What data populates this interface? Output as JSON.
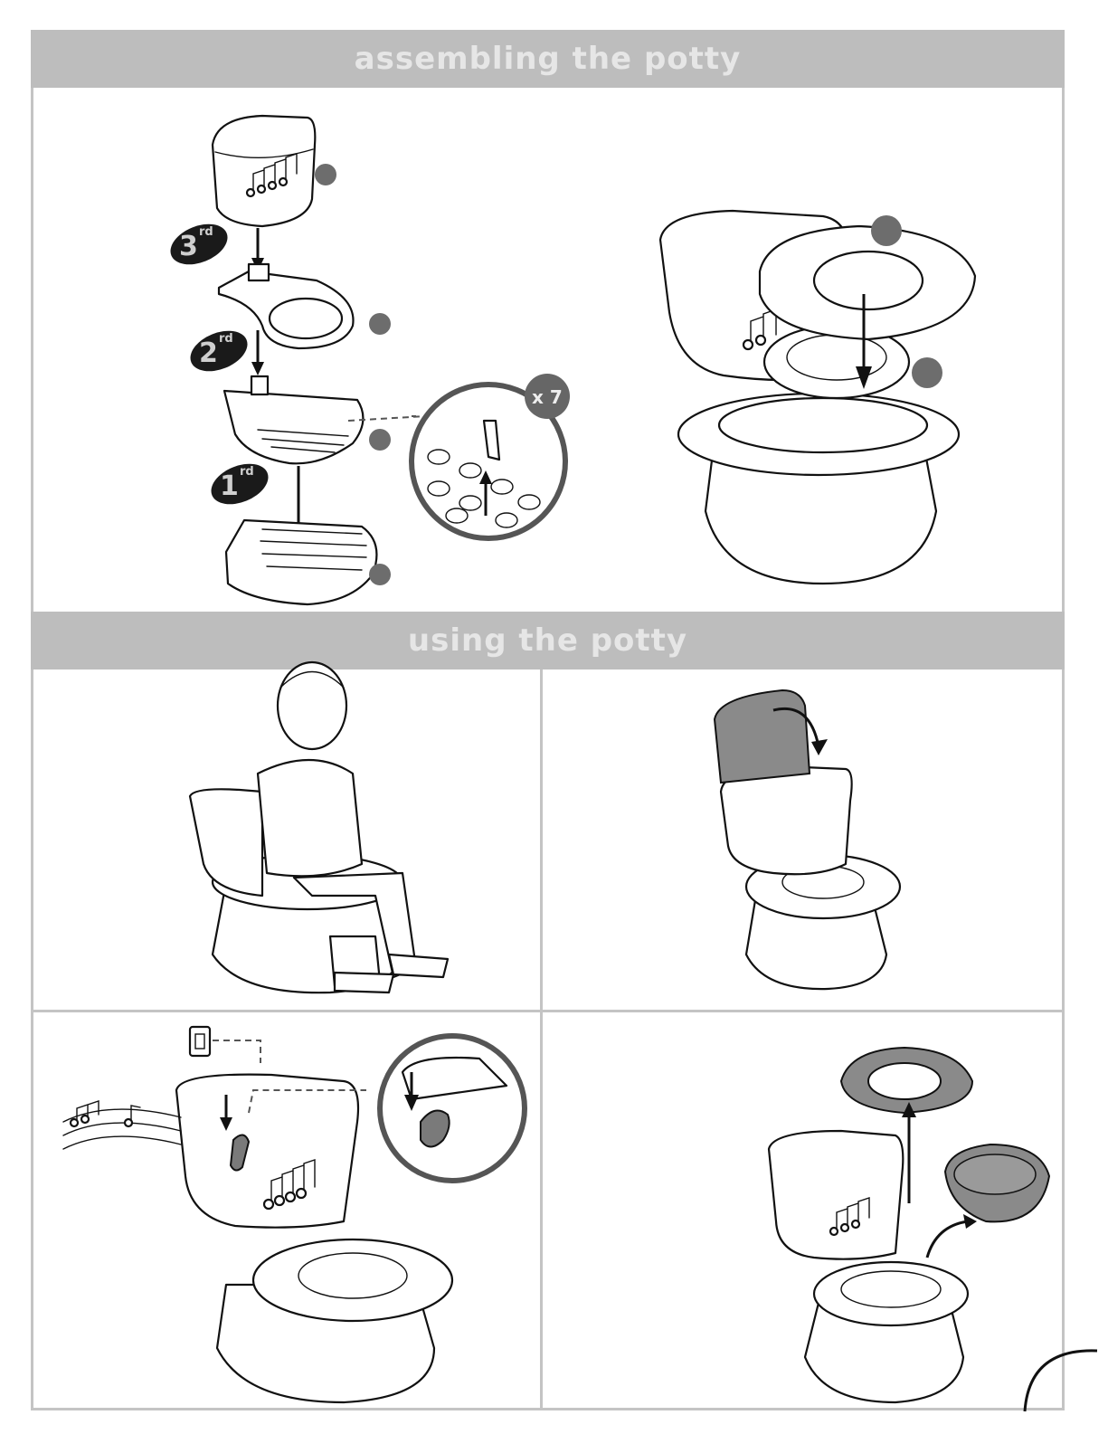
{
  "sections": {
    "assembling_title": "assembling the potty",
    "using_title": "using the potty"
  },
  "assembly": {
    "steps": [
      {
        "badge": "3",
        "suffix": "rd"
      },
      {
        "badge": "2",
        "suffix": "rd"
      },
      {
        "badge": "1",
        "suffix": "rd"
      }
    ],
    "multiplier": "x 7"
  },
  "colors": {
    "band": "#bdbdbd",
    "band_text": "#e6e6e6",
    "border": "#c4c4c4",
    "callout_dot": "#6d6d6d",
    "badge": "#1a1a1a",
    "part_grey": "#7a7a7a"
  },
  "icons": [
    "toilet-tank-icon",
    "potty-seat-icon",
    "potty-bowl-icon",
    "potty-base-icon",
    "music-notes-icon",
    "child-icon",
    "switch-icon",
    "flush-handle-icon",
    "up-arrow-icon",
    "down-arrow-icon"
  ]
}
